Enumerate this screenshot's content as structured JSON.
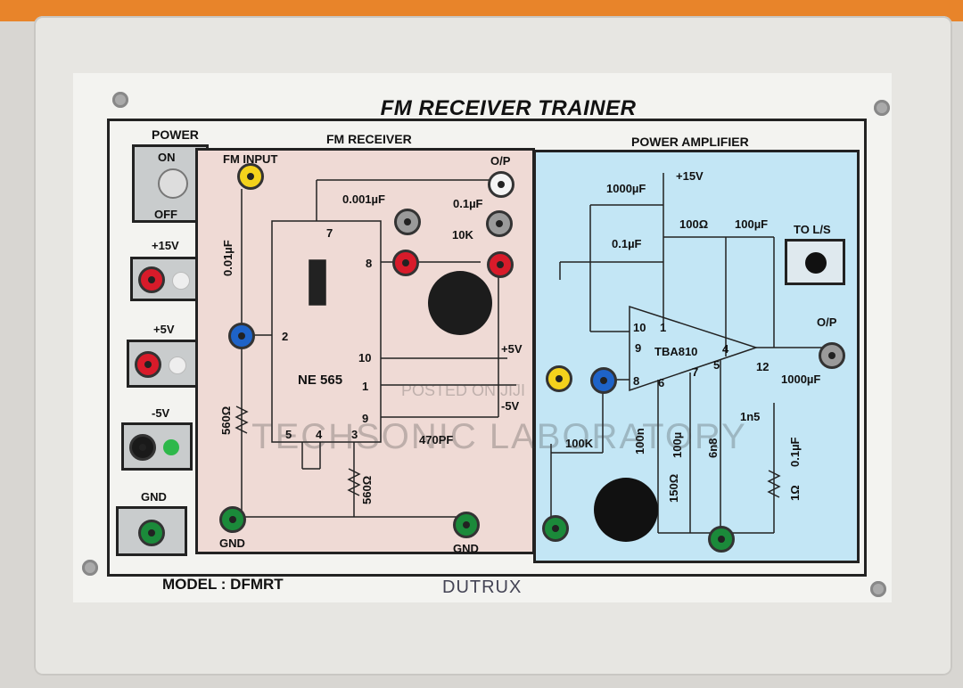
{
  "title": "FM RECEIVER TRAINER",
  "model": "MODEL : DFMRT",
  "brand": "DUTRUX",
  "watermark": "TECHSONIC LABORATORY",
  "posted": "POSTED ON JIJI",
  "power_section": {
    "title": "POWER",
    "switch_on": "ON",
    "switch_off": "OFF",
    "v15": "+15V",
    "v5": "+5V",
    "vneg5": "-5V",
    "gnd": "GND"
  },
  "receiver": {
    "title": "FM RECEIVER",
    "fm_input": "FM INPUT",
    "op": "O/P",
    "c001": "0.001µF",
    "c01": "0.1µF",
    "c001b": "0.01µF",
    "r10k": "10K",
    "chip": "NE 565",
    "pin7": "7",
    "pin8": "8",
    "pin2": "2",
    "pin10": "10",
    "pin1": "1",
    "pin9": "9",
    "pin5": "5",
    "pin4": "4",
    "pin3": "3",
    "plus5": "+5V",
    "minus5": "-5V",
    "c470": "470PF",
    "r560a": "560Ω",
    "r560b": "560Ω",
    "gnd1": "GND",
    "gnd2": "GND"
  },
  "amplifier": {
    "title": "POWER AMPLIFIER",
    "v15": "+15V",
    "c1000a": "1000µF",
    "c01": "0.1µF",
    "r100": "100Ω",
    "c100": "100µF",
    "tols": "TO L/S",
    "op": "O/P",
    "chip": "TBA810",
    "pin10": "10",
    "pin1": "1",
    "pin9": "9",
    "pin4": "4",
    "pin5": "5",
    "pin12": "12",
    "pin8": "8",
    "pin6": "6",
    "pin7": "7",
    "c1000b": "1000µF",
    "c1n5": "1n5",
    "pot": "100K",
    "c100n": "100n",
    "c100u": "100µ",
    "r150": "150Ω",
    "c6n8": "6n8",
    "c01b": "0.1µF",
    "r1": "1Ω"
  },
  "colors": {
    "receiver_bg": "#efdad5",
    "amplifier_bg": "#c3e6f5",
    "red_jack": "#d81b2a",
    "green_jack": "#1b8a3a",
    "yellow_jack": "#f4d21c",
    "blue_jack": "#1e63c8",
    "black_jack": "#1a1a1a",
    "gray_jack": "#9a9a9a",
    "white_jack": "#f4f4f4"
  }
}
